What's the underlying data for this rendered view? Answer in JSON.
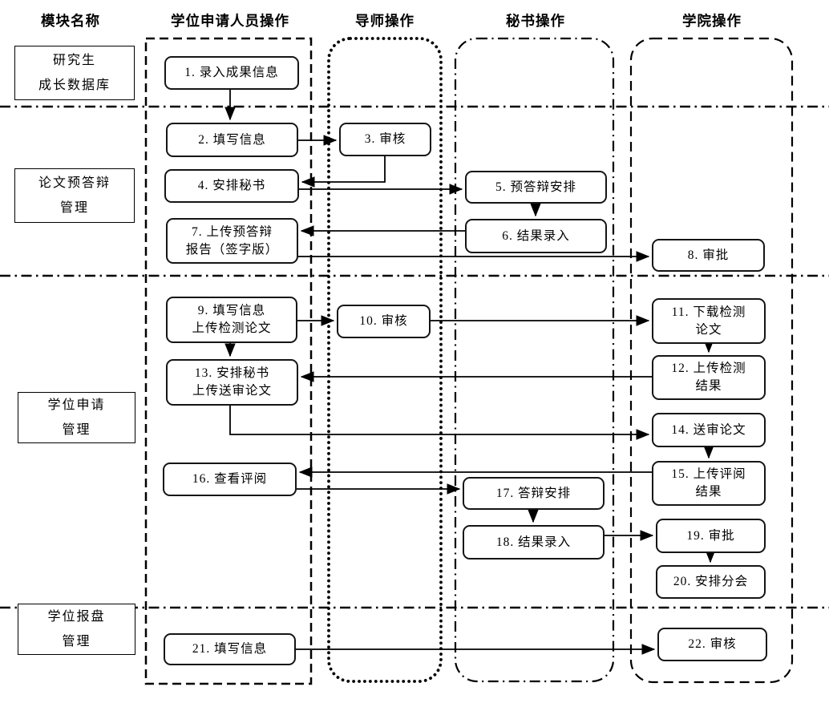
{
  "colors": {
    "background": "#ffffff",
    "line": "#000000"
  },
  "headers": {
    "module_column": "模块名称",
    "lanes": [
      {
        "label": "学位申请人员操作",
        "border_style": "dashed"
      },
      {
        "label": "导师操作",
        "border_style": "dotted"
      },
      {
        "label": "秘书操作",
        "border_style": "dash-dot"
      },
      {
        "label": "学院操作",
        "border_style": "dashed-rounded"
      }
    ]
  },
  "modules": [
    {
      "label": "研究生\n成长数据库"
    },
    {
      "label": "论文预答辩\n管理"
    },
    {
      "label": "学位申请\n管理"
    },
    {
      "label": "学位报盘\n管理"
    }
  ],
  "nodes": [
    {
      "id": 1,
      "lane": "学位申请人员操作",
      "label": "1. 录入成果信息"
    },
    {
      "id": 2,
      "lane": "学位申请人员操作",
      "label": "2. 填写信息"
    },
    {
      "id": 3,
      "lane": "导师操作",
      "label": "3. 审核"
    },
    {
      "id": 4,
      "lane": "学位申请人员操作",
      "label": "4. 安排秘书"
    },
    {
      "id": 5,
      "lane": "秘书操作",
      "label": "5. 预答辩安排"
    },
    {
      "id": 6,
      "lane": "秘书操作",
      "label": "6. 结果录入"
    },
    {
      "id": 7,
      "lane": "学位申请人员操作",
      "label": "7. 上传预答辩\n报告（签字版）"
    },
    {
      "id": 8,
      "lane": "学院操作",
      "label": "8. 审批"
    },
    {
      "id": 9,
      "lane": "学位申请人员操作",
      "label": "9. 填写信息\n上传检测论文"
    },
    {
      "id": 10,
      "lane": "导师操作",
      "label": "10. 审核"
    },
    {
      "id": 11,
      "lane": "学院操作",
      "label": "11. 下载检测\n论文"
    },
    {
      "id": 12,
      "lane": "学院操作",
      "label": "12. 上传检测\n结果"
    },
    {
      "id": 13,
      "lane": "学位申请人员操作",
      "label": "13. 安排秘书\n上传送审论文"
    },
    {
      "id": 14,
      "lane": "学院操作",
      "label": "14. 送审论文"
    },
    {
      "id": 15,
      "lane": "学院操作",
      "label": "15. 上传评阅\n结果"
    },
    {
      "id": 16,
      "lane": "学位申请人员操作",
      "label": "16. 查看评阅"
    },
    {
      "id": 17,
      "lane": "秘书操作",
      "label": "17. 答辩安排"
    },
    {
      "id": 18,
      "lane": "秘书操作",
      "label": "18. 结果录入"
    },
    {
      "id": 19,
      "lane": "学院操作",
      "label": "19. 审批"
    },
    {
      "id": 20,
      "lane": "学院操作",
      "label": "20. 安排分会"
    },
    {
      "id": 21,
      "lane": "学位申请人员操作",
      "label": "21. 填写信息"
    },
    {
      "id": 22,
      "lane": "学院操作",
      "label": "22. 审核"
    }
  ],
  "edges": [
    {
      "from": 1,
      "to": 2
    },
    {
      "from": 2,
      "to": 3
    },
    {
      "from": 3,
      "to": 4
    },
    {
      "from": 4,
      "to": 5
    },
    {
      "from": 5,
      "to": 6
    },
    {
      "from": 6,
      "to": 7
    },
    {
      "from": 7,
      "to": 8
    },
    {
      "from": 9,
      "to": 10
    },
    {
      "from": 9,
      "to": 13
    },
    {
      "from": 10,
      "to": 11
    },
    {
      "from": 11,
      "to": 12
    },
    {
      "from": 12,
      "to": 13
    },
    {
      "from": 13,
      "to": 14
    },
    {
      "from": 14,
      "to": 15
    },
    {
      "from": 15,
      "to": 16
    },
    {
      "from": 16,
      "to": 17
    },
    {
      "from": 17,
      "to": 18
    },
    {
      "from": 18,
      "to": 19
    },
    {
      "from": 19,
      "to": 20
    },
    {
      "from": 21,
      "to": 22
    }
  ]
}
